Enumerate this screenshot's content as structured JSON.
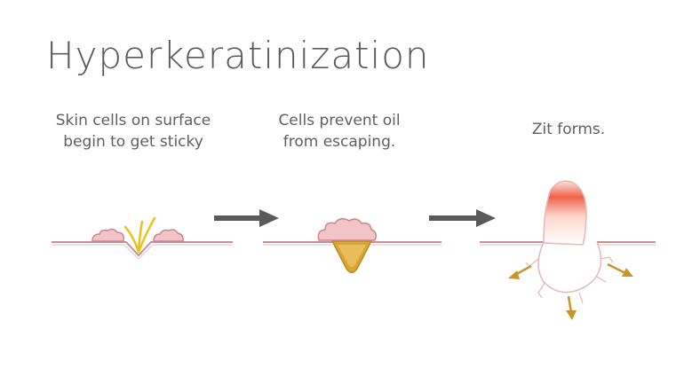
{
  "title": "Hyperkeratinization",
  "steps": [
    {
      "caption_line1": "Skin cells on surface",
      "caption_line2": "begin to get sticky"
    },
    {
      "caption_line1": "Cells prevent oil",
      "caption_line2": "from escaping."
    },
    {
      "caption_line1": "Zit forms.",
      "caption_line2": ""
    }
  ],
  "colors": {
    "skin_line": "#c98f95",
    "cells": "#f2c4c8",
    "cells_outline": "#c9868e",
    "hair": "#e8c31a",
    "oil": "#d9a630",
    "arrow": "#5a5a5a",
    "zit_top": "#f0624a",
    "pus_arrow": "#c9942a"
  }
}
